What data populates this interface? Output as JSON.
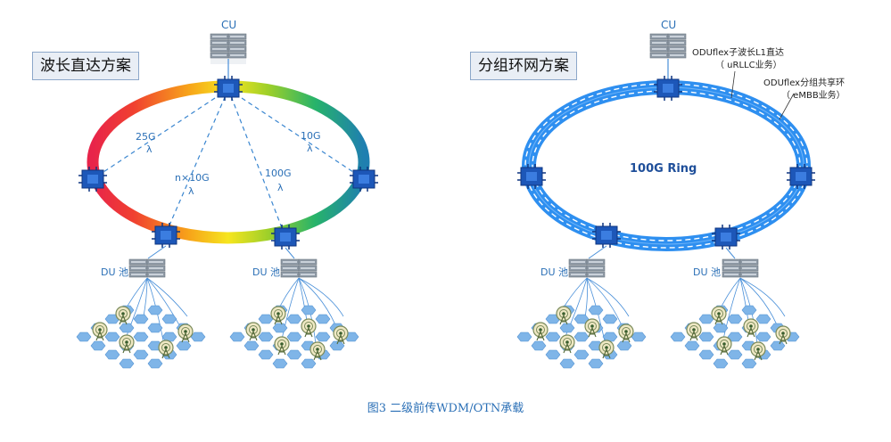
{
  "left": {
    "title": "波长直达方案",
    "cu": "CU",
    "du_pool_1": "DU 池",
    "du_pool_2": "DU 池",
    "links": [
      {
        "rate": "25G",
        "lambda": "λ"
      },
      {
        "rate": "n×10G",
        "lambda": "λ"
      },
      {
        "rate": "100G",
        "lambda": "λ"
      },
      {
        "rate": "10G",
        "lambda": "λ"
      }
    ]
  },
  "right": {
    "title": "分组环网方案",
    "cu": "CU",
    "ring": "100G  Ring",
    "du_pool_1": "DU 池",
    "du_pool_2": "DU 池",
    "note1_line1": "ODUflex子波长L1直达",
    "note1_line2": "（ uRLLC业务）",
    "note2_line1": "ODUflex分组共享环",
    "note2_line2": "（ eMBB业务）"
  },
  "caption": "图3   二级前传WDM/OTN承载",
  "colors": {
    "ring_blue": "#2e8ff0",
    "node_blue": "#1d57b8",
    "text_blue": "#2a6fb6"
  },
  "icons": [
    "cu-server-rack-icon",
    "router-node-icon",
    "du-server-rack-icon",
    "antenna-cell-icon"
  ]
}
